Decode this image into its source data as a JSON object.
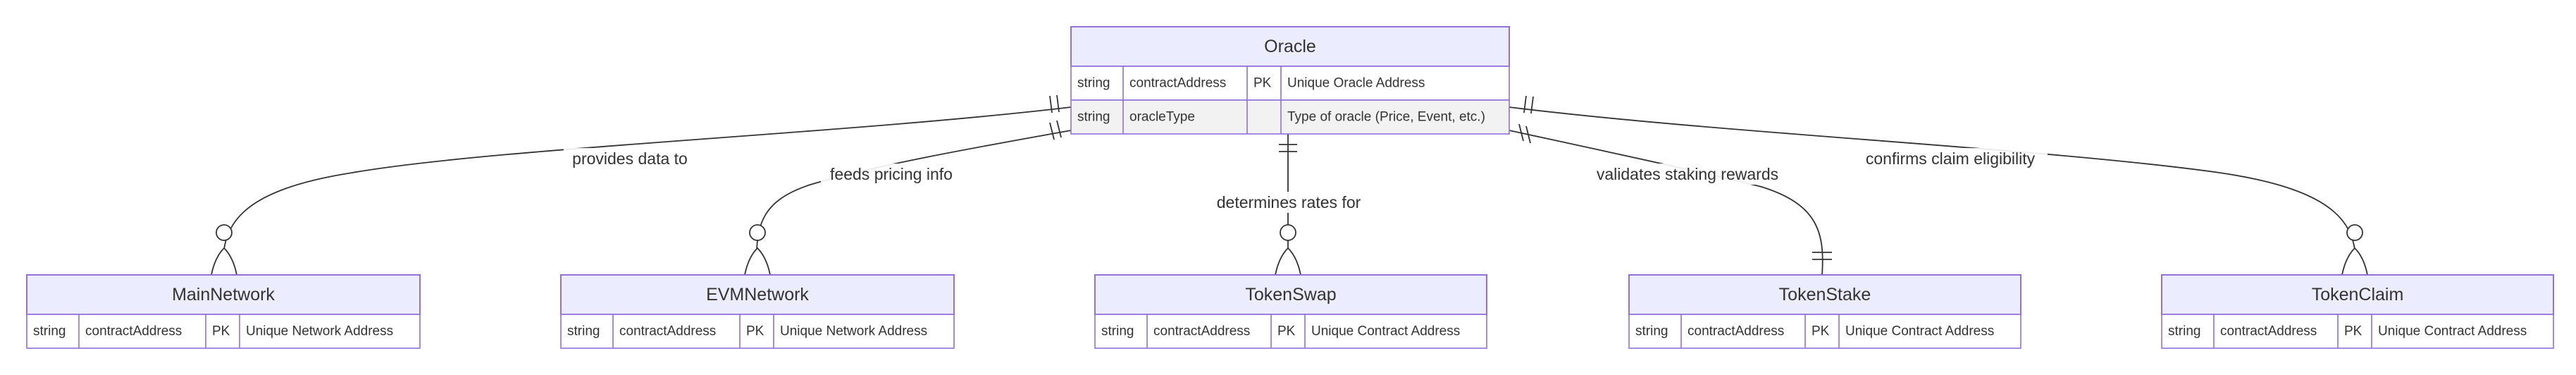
{
  "diagram": {
    "type": "entity-relationship",
    "entities": {
      "oracle": {
        "name": "Oracle",
        "rows": [
          [
            "string",
            "contractAddress",
            "PK",
            "Unique Oracle Address"
          ],
          [
            "string",
            "oracleType",
            "",
            "Type of oracle (Price, Event, etc.)"
          ]
        ]
      },
      "mainnetwork": {
        "name": "MainNetwork",
        "rows": [
          [
            "string",
            "contractAddress",
            "PK",
            "Unique Network Address"
          ]
        ]
      },
      "evmnetwork": {
        "name": "EVMNetwork",
        "rows": [
          [
            "string",
            "contractAddress",
            "PK",
            "Unique Network Address"
          ]
        ]
      },
      "tokenswap": {
        "name": "TokenSwap",
        "rows": [
          [
            "string",
            "contractAddress",
            "PK",
            "Unique Contract Address"
          ]
        ]
      },
      "tokenstake": {
        "name": "TokenStake",
        "rows": [
          [
            "string",
            "contractAddress",
            "PK",
            "Unique Contract Address"
          ]
        ]
      },
      "tokenclaim": {
        "name": "TokenClaim",
        "rows": [
          [
            "string",
            "contractAddress",
            "PK",
            "Unique Contract Address"
          ]
        ]
      }
    },
    "relationships": [
      {
        "from": "Oracle",
        "to": "MainNetwork",
        "label": "provides data to",
        "from_card": "exactly-one",
        "to_card": "zero-or-more"
      },
      {
        "from": "Oracle",
        "to": "EVMNetwork",
        "label": "feeds pricing info",
        "from_card": "exactly-one",
        "to_card": "zero-or-more"
      },
      {
        "from": "Oracle",
        "to": "TokenSwap",
        "label": "determines rates for",
        "from_card": "exactly-one",
        "to_card": "zero-or-more"
      },
      {
        "from": "Oracle",
        "to": "TokenStake",
        "label": "validates staking rewards",
        "from_card": "exactly-one",
        "to_card": "exactly-one"
      },
      {
        "from": "Oracle",
        "to": "TokenClaim",
        "label": "confirms claim eligibility",
        "from_card": "exactly-one",
        "to_card": "zero-or-more"
      }
    ]
  }
}
